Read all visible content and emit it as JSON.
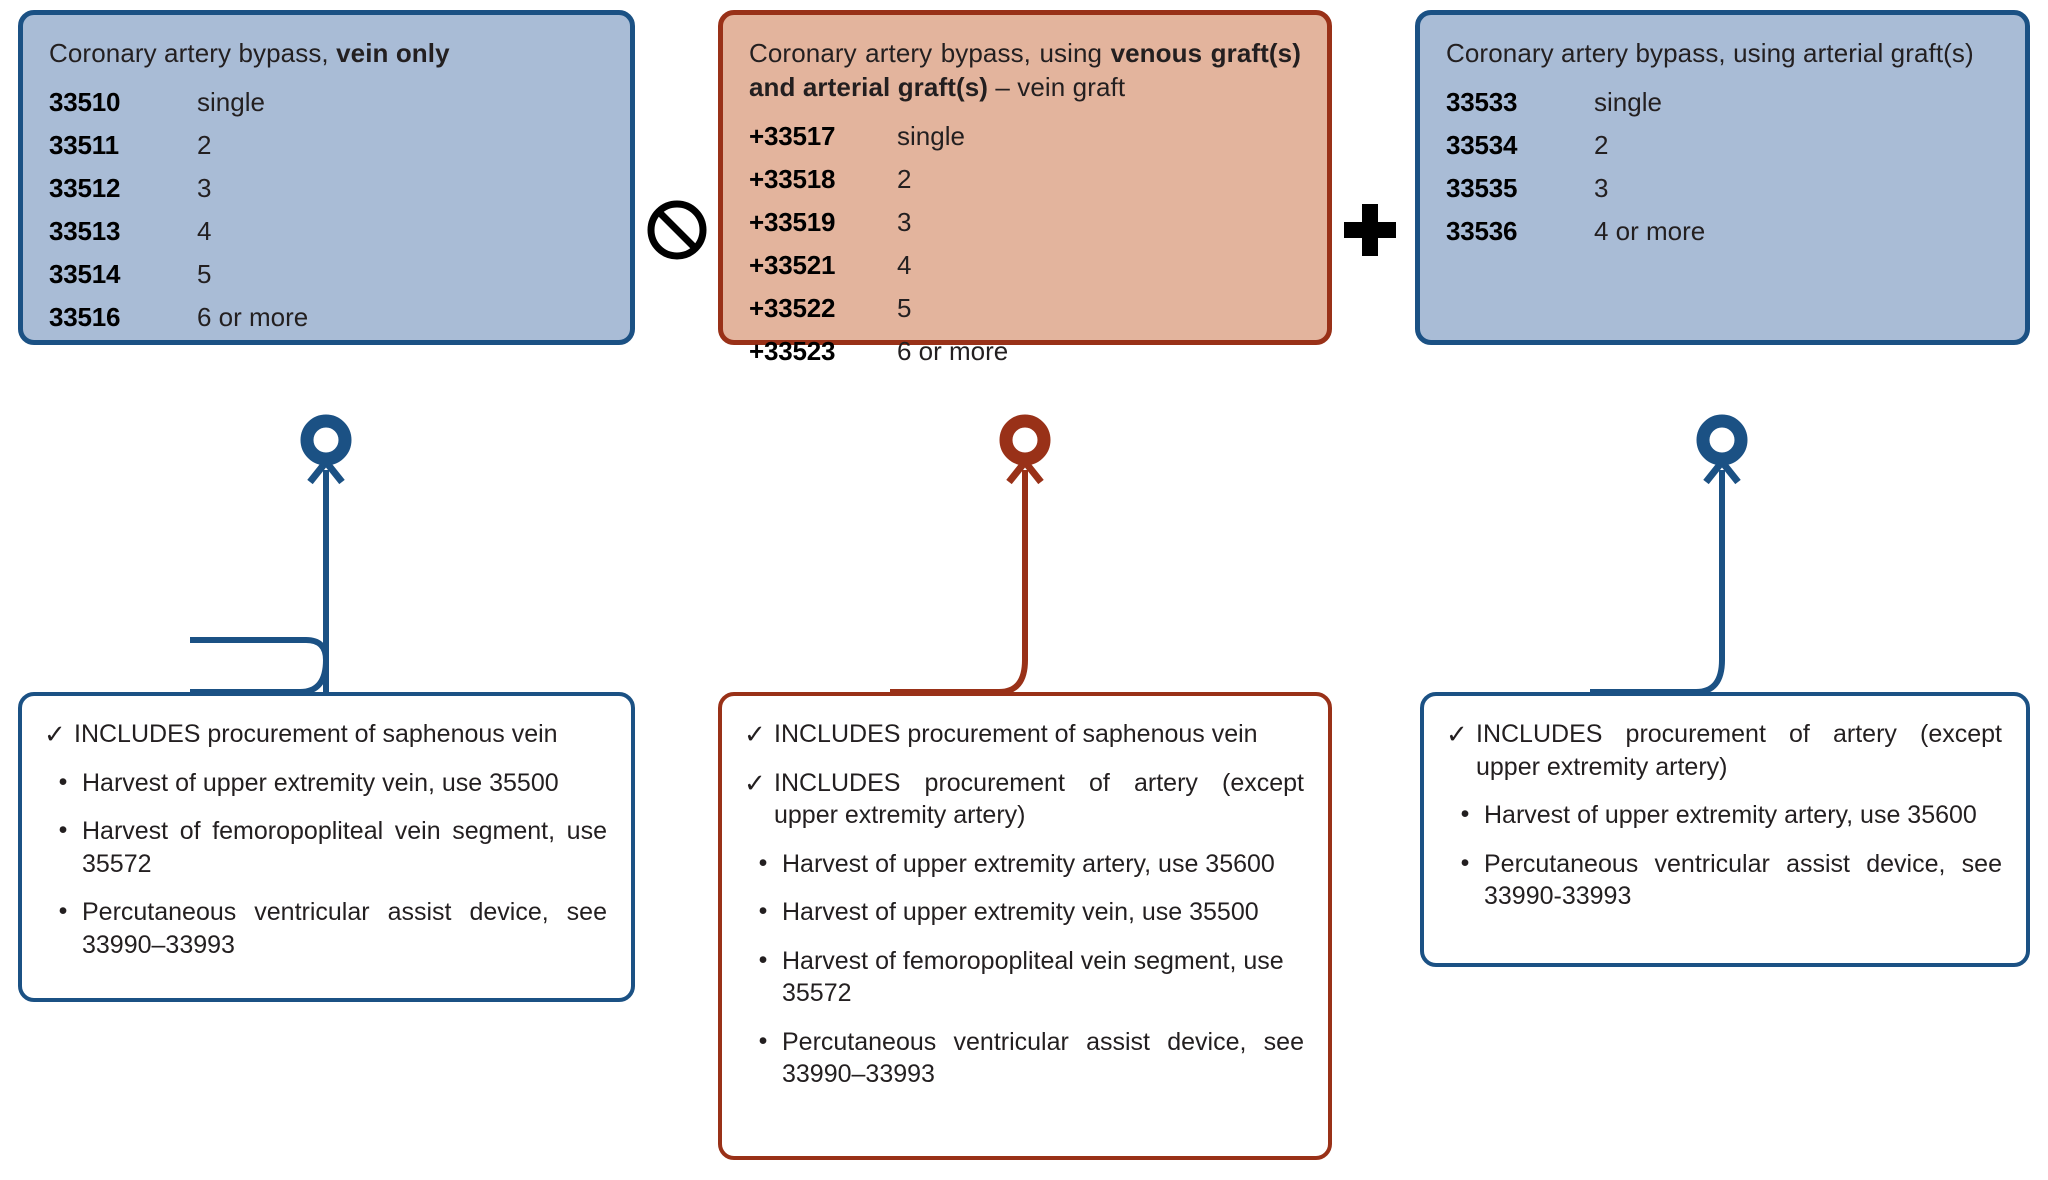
{
  "diagram": {
    "title": "Coronary artery bypass graft (CABG) coding relationships",
    "colors": {
      "blue_fill": "#a9bcd6",
      "blue_stroke": "#1b5184",
      "red_fill": "#e3b49d",
      "red_stroke": "#993118",
      "note_fill": "#ffffff",
      "text": "#231f20"
    }
  },
  "boxes": {
    "vein_only": {
      "title_prefix": "Coronary artery bypass, ",
      "title_bold": "vein only",
      "title_suffix": "",
      "codes": [
        {
          "code": "33510",
          "desc": "single"
        },
        {
          "code": "33511",
          "desc": "2"
        },
        {
          "code": "33512",
          "desc": "3"
        },
        {
          "code": "33513",
          "desc": "4"
        },
        {
          "code": "33514",
          "desc": "5"
        },
        {
          "code": "33516",
          "desc": "6 or more"
        }
      ]
    },
    "venous_and_arterial": {
      "title_prefix": "Coronary artery bypass, using ",
      "title_bold": "venous graft(s) and arterial graft(s)",
      "title_suffix": " – vein graft",
      "codes": [
        {
          "code": "+33517",
          "desc": "single"
        },
        {
          "code": "+33518",
          "desc": "2"
        },
        {
          "code": "+33519",
          "desc": "3"
        },
        {
          "code": "+33521",
          "desc": "4"
        },
        {
          "code": "+33522",
          "desc": "5"
        },
        {
          "code": "+33523",
          "desc": "6 or more"
        }
      ]
    },
    "arterial_only": {
      "title_prefix": "Coronary artery bypass, using arterial graft(s)",
      "title_bold": "",
      "title_suffix": "",
      "codes": [
        {
          "code": "33533",
          "desc": "single"
        },
        {
          "code": "33534",
          "desc": "2"
        },
        {
          "code": "33535",
          "desc": "3"
        },
        {
          "code": "33536",
          "desc": "4 or more"
        }
      ]
    }
  },
  "notes": {
    "left": {
      "includes": [
        {
          "check": "✓",
          "text": "INCLUDES procurement of saphenous vein"
        }
      ],
      "bullets": [
        {
          "bullet": "•",
          "text": "Harvest of upper extremity vein, use 35500"
        },
        {
          "bullet": "•",
          "text": "Harvest of femoropopliteal vein segment, use 35572"
        },
        {
          "bullet": "•",
          "text": "Percutaneous ventricular assist device, see 33990–33993"
        }
      ]
    },
    "middle": {
      "includes": [
        {
          "check": "✓",
          "text": "INCLUDES procurement of saphenous vein"
        },
        {
          "check": "✓",
          "text": "INCLUDES procurement of artery (except upper extremity artery)"
        }
      ],
      "bullets": [
        {
          "bullet": "•",
          "text": "Harvest of upper extremity artery, use 35600"
        },
        {
          "bullet": "•",
          "text": "Harvest of upper extremity vein, use 35500"
        },
        {
          "bullet": "•",
          "text": "Harvest of femoropopliteal vein segment, use 35572"
        },
        {
          "bullet": "•",
          "text": "Percutaneous ventricular assist device, see 33990–33993"
        }
      ]
    },
    "right": {
      "includes": [
        {
          "check": "✓",
          "text": "INCLUDES procurement of artery (except upper extremity artery)"
        }
      ],
      "bullets": [
        {
          "bullet": "•",
          "text": "Harvest of upper extremity artery, use 35600"
        },
        {
          "bullet": "•",
          "text": "Percutaneous ventricular assist device, see 33990-33993"
        }
      ]
    }
  },
  "operators": {
    "not_with": {
      "icon": "prohibited-icon",
      "label": "not reported with"
    },
    "plus": {
      "icon": "plus-icon",
      "label": "plus"
    }
  }
}
